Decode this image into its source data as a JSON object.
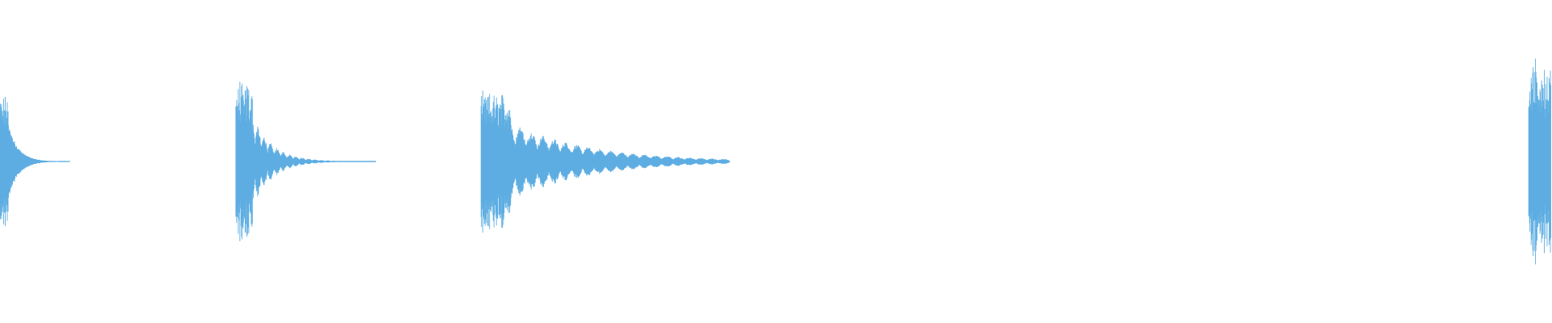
{
  "waveform": {
    "wave_color": "#5dade2",
    "background_color": "#ffffff",
    "bursts": [
      {
        "id": "burst-1",
        "start_fraction": 0.0,
        "duration_fraction": 0.045,
        "peak_amplitude": 0.52,
        "decay": "fast",
        "tail": "smooth"
      },
      {
        "id": "burst-2",
        "start_fraction": 0.152,
        "duration_fraction": 0.09,
        "peak_amplitude": 0.62,
        "decay": "fast",
        "tail": "beads"
      },
      {
        "id": "burst-3",
        "start_fraction": 0.31,
        "duration_fraction": 0.16,
        "peak_amplitude": 0.54,
        "decay": "slow",
        "tail": "beads"
      },
      {
        "id": "burst-4",
        "start_fraction": 0.985,
        "duration_fraction": 0.015,
        "peak_amplitude": 0.78,
        "decay": "none",
        "tail": "none"
      }
    ]
  }
}
